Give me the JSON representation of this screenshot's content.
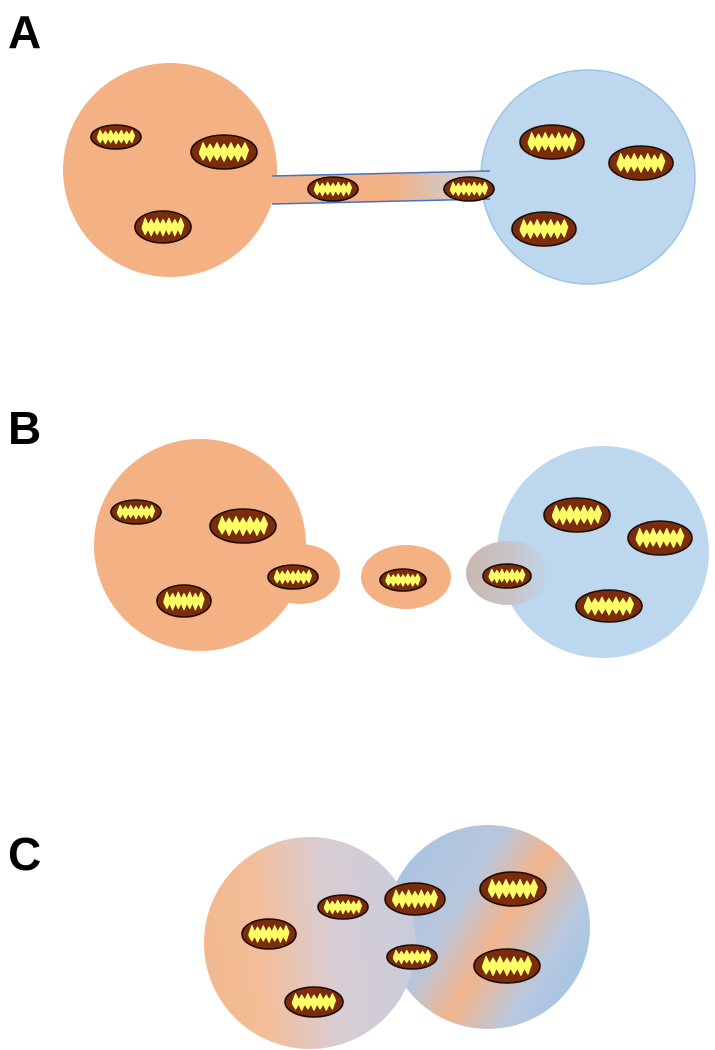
{
  "panels": [
    {
      "label": "A"
    },
    {
      "label": "B"
    },
    {
      "label": "C"
    }
  ],
  "colors": {
    "background": "#ffffff",
    "cell_orange": "#f4b183",
    "cell_blue": "#bdd7ee",
    "cell_outline_blue": "#9dc3e6",
    "bridge_line": "#4472c4",
    "mito_outer": "#7b2c0c",
    "mito_stroke": "#1a0a02",
    "mito_inner": "#ffff66",
    "c_orange": "#f4b183",
    "c_gray": "#d0d0dc",
    "c_blue": "#9dc3e6"
  },
  "icons": {
    "cell": "cell-circle",
    "mitochondrion": "mitochondrion-icon",
    "vesicle": "vesicle-icon",
    "tunneling_nanotube": "nanotube-bridge"
  }
}
